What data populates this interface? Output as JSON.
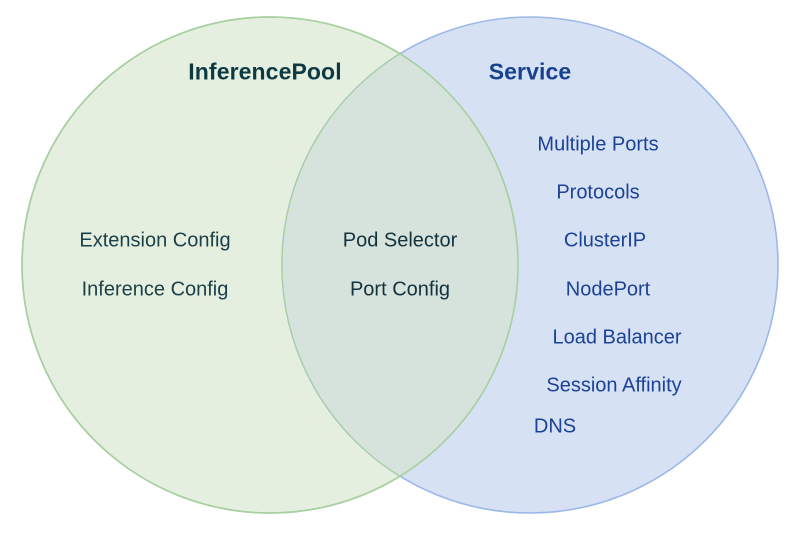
{
  "diagram": {
    "type": "venn",
    "background_color": "#ffffff",
    "sets": [
      {
        "id": "inference-pool",
        "title": "InferencePool",
        "title_color": "#0d3a42",
        "fill_color": "#e4efe0",
        "stroke_color": "#a8cfa0",
        "text_color": "#1c3f48",
        "items": [
          "Extension Config",
          "Inference Config"
        ]
      },
      {
        "id": "service",
        "title": "Service",
        "title_color": "#17418f",
        "fill_color": "#d6e1f4",
        "stroke_color": "#9cb8e8",
        "text_color": "#1b4296",
        "items": [
          "Multiple Ports",
          "Protocols",
          "ClusterIP",
          "NodePort",
          "Load Balancer",
          "Session Affinity",
          "DNS"
        ]
      }
    ],
    "intersection": {
      "id": "shared",
      "fill_color": "#d5e3dc",
      "text_color": "#14323c",
      "items": [
        "Pod Selector",
        "Port Config"
      ]
    }
  }
}
